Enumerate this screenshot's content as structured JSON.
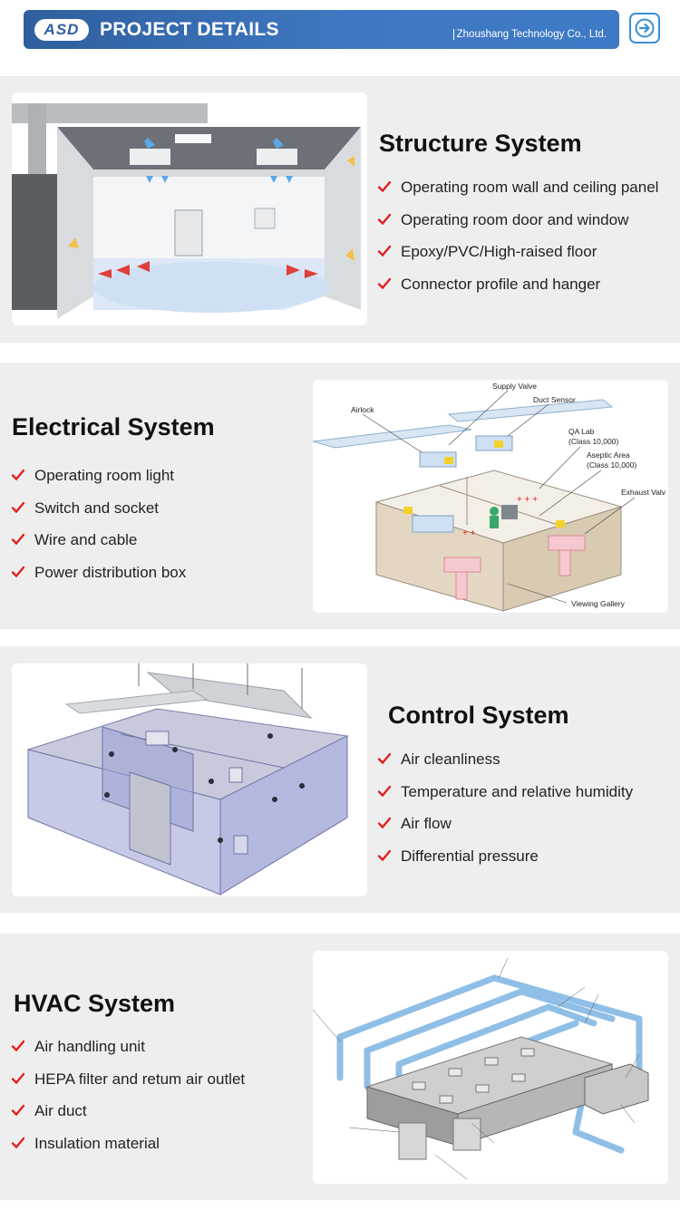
{
  "header": {
    "logo_text": "ASD",
    "title": "PROJECT DETAILS",
    "company": "Zhoushang Technology Co., Ltd."
  },
  "colors": {
    "brand": "#3a74bd",
    "check": "#e02020",
    "band": "#eeeeee"
  },
  "sections": [
    {
      "title": "Structure System",
      "items": [
        "Operating room wall and ceiling panel",
        "Operating room door and window",
        "Epoxy/PVC/High-raised floor",
        "Connector profile and hanger"
      ]
    },
    {
      "title": "Electrical System",
      "items": [
        "Operating room light",
        "Switch and socket",
        "Wire and cable",
        "Power distribution box"
      ],
      "diagram_labels": [
        "Supply Valve",
        "Duct Sensor",
        "Airlock",
        "QA Lab",
        "(Class 10,000)",
        "Aseptic Area",
        "(Class 10,000)",
        "Exhaust Valv",
        "Viewing Gallery"
      ]
    },
    {
      "title": "Control System",
      "items": [
        "Air cleanliness",
        "Temperature and relative humidity",
        "Air flow",
        "Differential pressure"
      ]
    },
    {
      "title": "HVAC System",
      "items": [
        "Air handling unit",
        "HEPA filter and retum air outlet",
        "Air duct",
        "Insulation material"
      ]
    }
  ]
}
